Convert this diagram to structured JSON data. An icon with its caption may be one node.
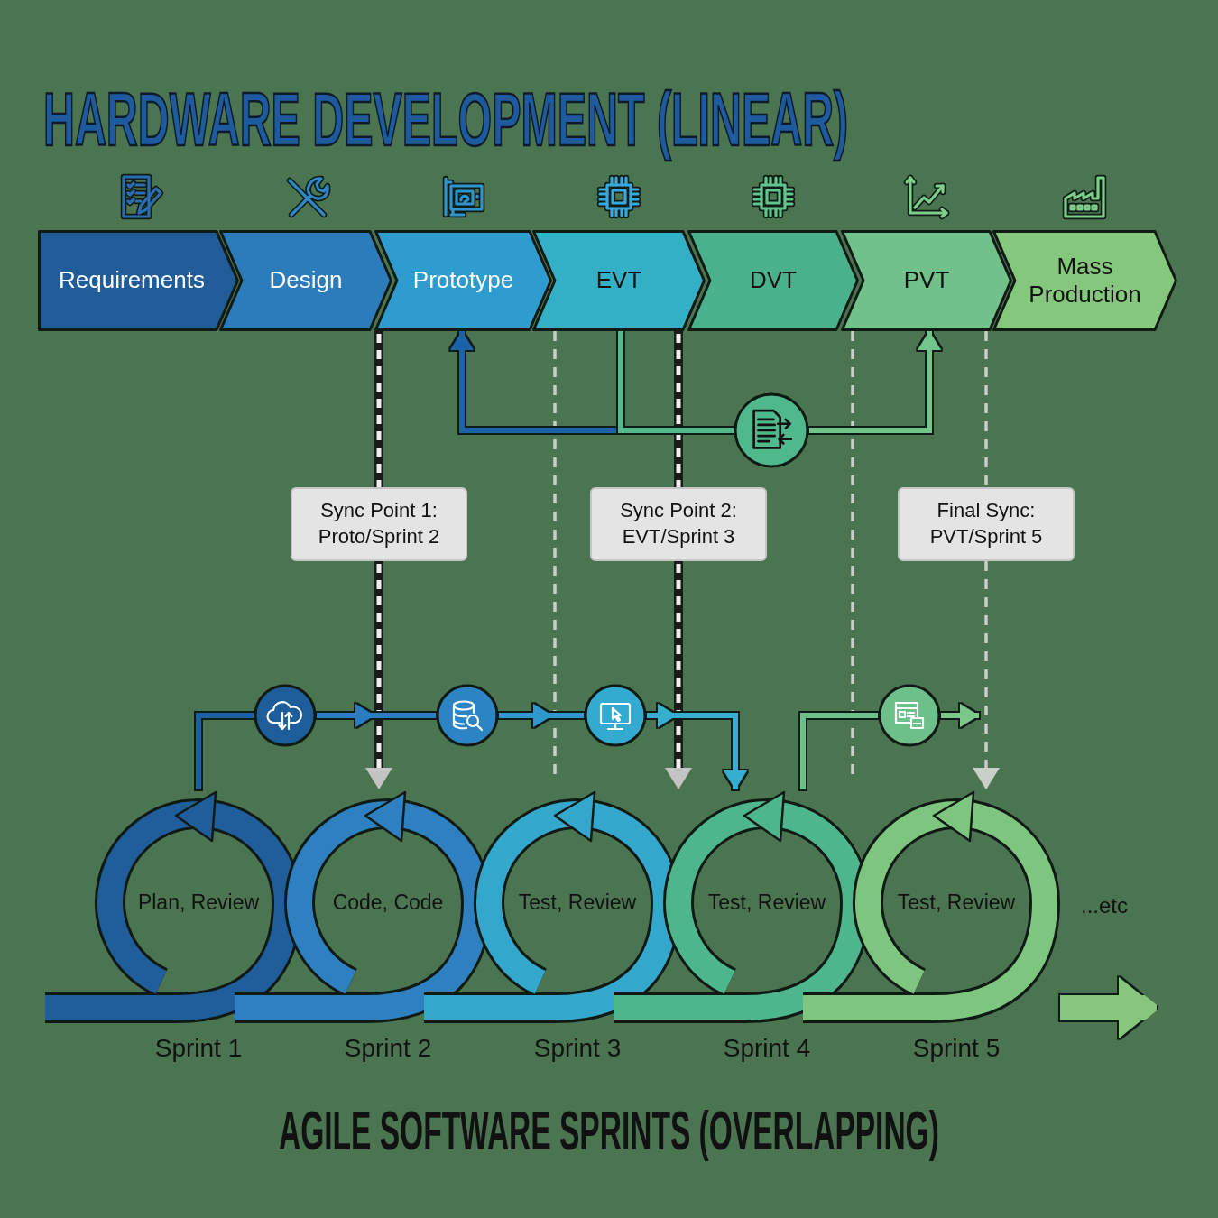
{
  "diagram": {
    "title": "HARDWARE DEVELOPMENT (LINEAR)",
    "caption": "AGILE SOFTWARE SPRINTS (OVERLAPPING)",
    "nodes": [
      {
        "text": [
          "Requirements"
        ]
      },
      {
        "text": [
          "Design"
        ]
      },
      {
        "text": [
          "Prototype"
        ]
      },
      {
        "text": [
          "EVT"
        ]
      },
      {
        "text": [
          "DVT"
        ]
      },
      {
        "text": [
          "PVT"
        ]
      },
      {
        "text": [
          "Mass Production"
        ]
      },
      {
        "text": [],
        "shape": "circle"
      },
      {
        "text": [
          "Sync Point 1: Proto/Sprint 2"
        ]
      },
      {
        "text": [
          "Sync Point 2: EVT/Sprint 3"
        ]
      },
      {
        "text": [
          "Final Sync: PVT/Sprint 5"
        ]
      },
      {
        "text": [],
        "shape": "circle"
      },
      {
        "text": [],
        "shape": "circle"
      },
      {
        "text": [],
        "shape": "circle"
      },
      {
        "text": [],
        "shape": "circle"
      },
      {
        "text": [
          "Plan, Review"
        ],
        "beside": [
          "Sprint 1"
        ]
      },
      {
        "text": [
          "Code, Code"
        ],
        "beside": [
          "Sprint 2"
        ]
      },
      {
        "text": [
          "Test, Review"
        ],
        "beside": [
          "Sprint 3"
        ]
      },
      {
        "text": [
          "Test, Review"
        ],
        "beside": [
          "Sprint 4"
        ]
      },
      {
        "text": [
          "Test, Review"
        ],
        "beside": [
          "Sprint 5"
        ]
      }
    ],
    "edges": [
      {
        "from": 2,
        "to": 8,
        "arrow": "none",
        "style": "dashed",
        "color": "#1a1a1a"
      },
      {
        "from": 8,
        "to": 16,
        "arrow": "to",
        "style": "dashed",
        "color": "#1a1a1a"
      },
      {
        "from": 3,
        "to": 9,
        "arrow": "none",
        "style": "dashed",
        "color": "#1a1a1a"
      },
      {
        "from": 9,
        "to": 17,
        "arrow": "to",
        "style": "dashed",
        "color": "#1a1a1a"
      },
      {
        "from": 3,
        "to": null,
        "arrow": "none",
        "style": "dashed",
        "color": "#c8cec8"
      },
      {
        "from": 5,
        "to": null,
        "arrow": "none",
        "style": "dashed",
        "color": "#c8cec8"
      },
      {
        "from": 5,
        "to": 10,
        "arrow": "none",
        "style": "dashed",
        "color": "#c8cec8"
      },
      {
        "from": 10,
        "to": 19,
        "arrow": "to",
        "style": "dashed",
        "color": "#c8cec8"
      },
      {
        "from": 3,
        "to": 2,
        "arrow": "to",
        "color": "#1e62a6"
      },
      {
        "from": 3,
        "to": 7,
        "arrow": "none",
        "color": "#52b98a"
      },
      {
        "from": 7,
        "to": 5,
        "arrow": "to",
        "color": "#72c58a"
      },
      {
        "from": 15,
        "to": 11,
        "arrow": "none",
        "color": "#1e5e9e"
      },
      {
        "from": 11,
        "to": 12,
        "arrow": "to",
        "color": "#2a7cc0"
      },
      {
        "from": 12,
        "to": 13,
        "arrow": "to",
        "color": "#2f98cc"
      },
      {
        "from": 13,
        "to": 18,
        "arrow": "to",
        "color": "#36aed0"
      },
      {
        "from": 18,
        "to": 14,
        "arrow": "none",
        "color": "#6cc08a"
      },
      {
        "from": 14,
        "to": null,
        "arrow": "to",
        "color": "#7cc88a"
      },
      {
        "from": 19,
        "to": null,
        "arrow": "to",
        "style": "thick",
        "color": "#86c77d"
      }
    ],
    "labels": [
      "...etc"
    ]
  }
}
